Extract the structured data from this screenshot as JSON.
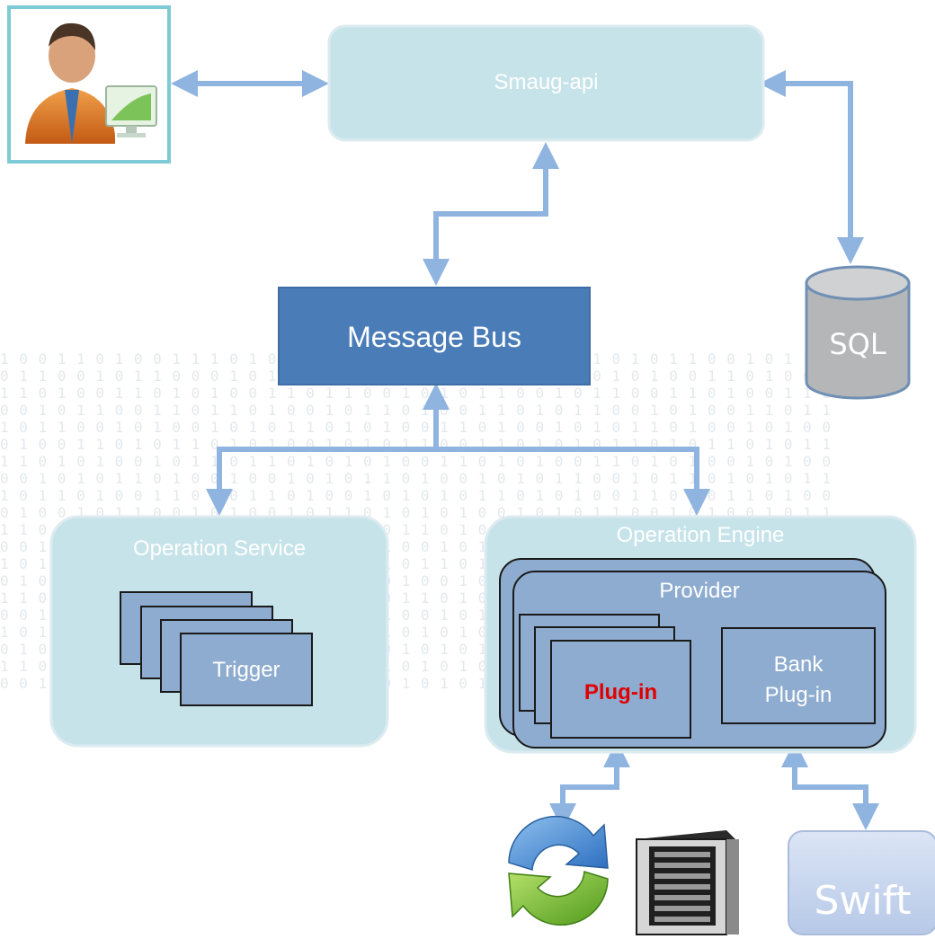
{
  "diagram": {
    "api": {
      "label": "Smaug-api"
    },
    "bus": {
      "label": "Message Bus"
    },
    "db": {
      "label": "SQL"
    },
    "op_service": {
      "label": "Operation Service",
      "trigger_label": "Trigger"
    },
    "op_engine": {
      "label": "Operation Engine",
      "provider_label": "Provider",
      "plugin_label": "Plug-in",
      "bank_plugin_label": "Bank\nPlug-in"
    },
    "swift": {
      "label": "Swift"
    }
  },
  "colors": {
    "box_light": "#c6e3ea",
    "box_light_border": "#dcebf0",
    "bus_fill": "#4a7db8",
    "provider_fill": "#8eaccf",
    "plugin_fill": "#8eaccf",
    "arrow": "#8fb4e0",
    "plugin_text": "#e00000",
    "sql_body": "#b4b6b8",
    "swift_fill": "#c3d3ec",
    "user_frame": "#7dcbd6"
  },
  "icons": [
    "user-icon",
    "sync-icon",
    "server-icon",
    "database-icon"
  ]
}
